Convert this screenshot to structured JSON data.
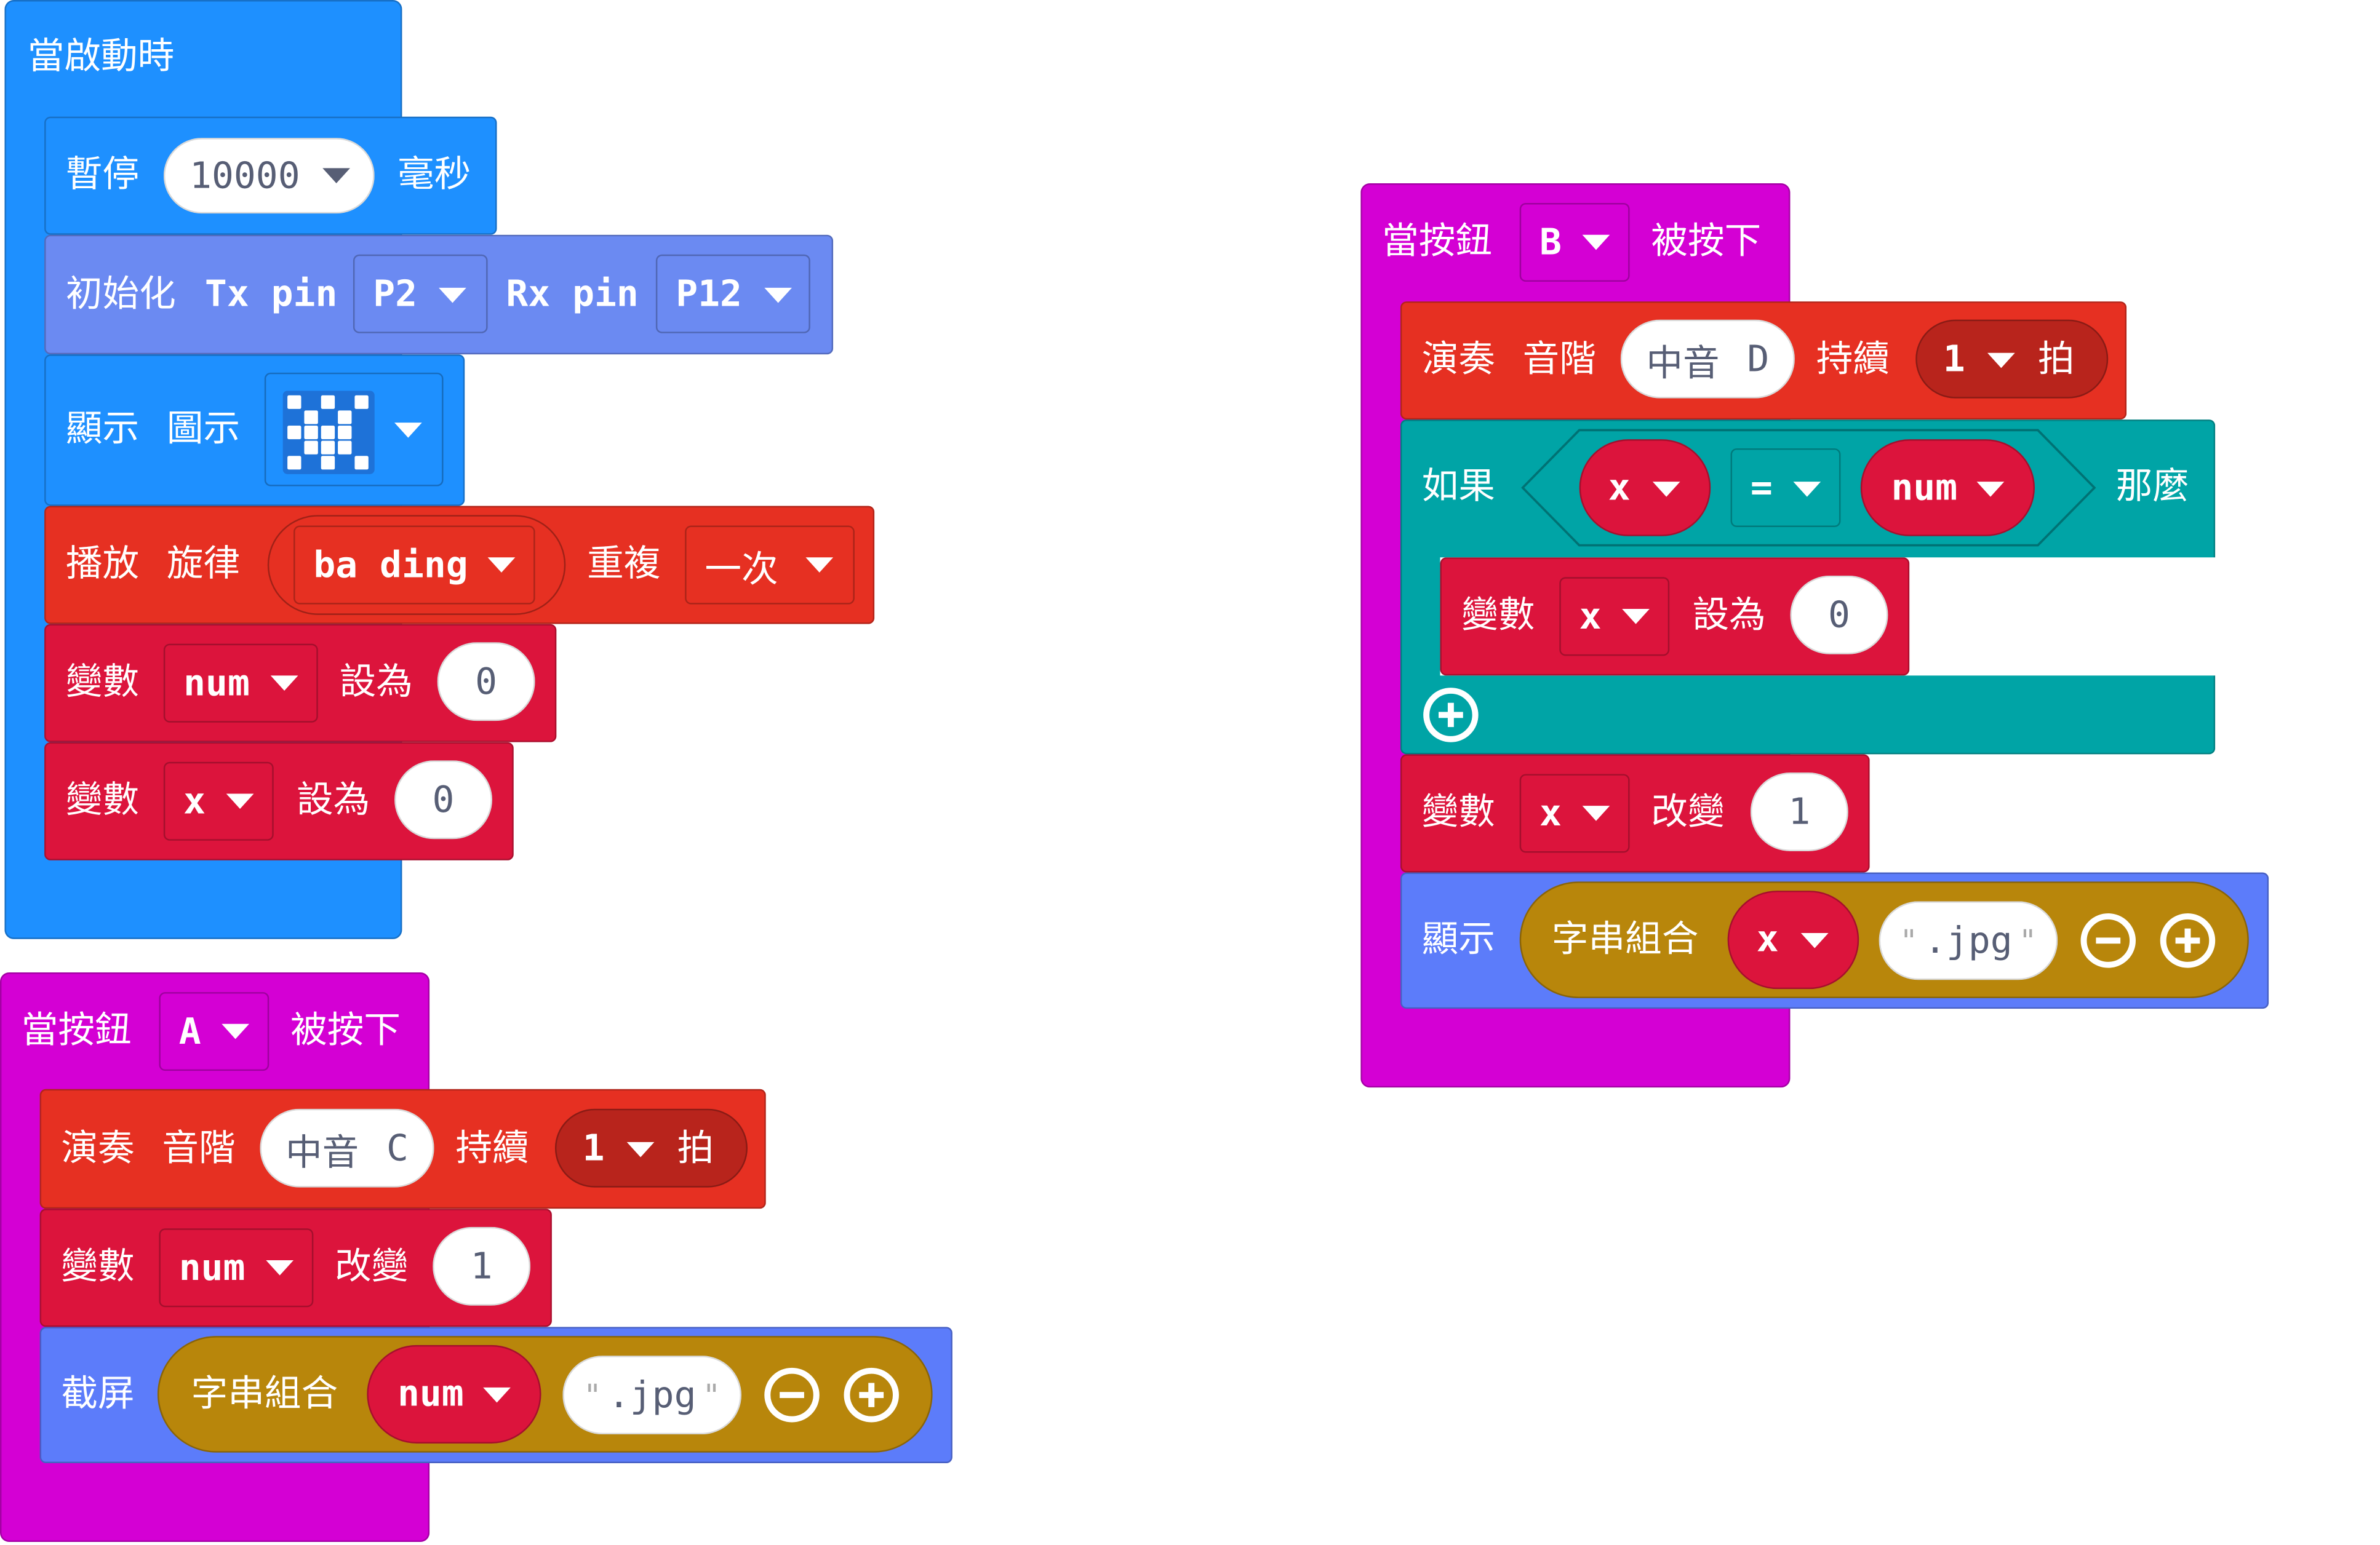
{
  "colors": {
    "basic": "#1E90FF",
    "serial": "#6B8AF2",
    "music": "#E63022",
    "variables": "#DC143C",
    "input": "#D400D4",
    "logic": "#00A4A6",
    "text": "#B8860B",
    "image": "#5C7CFA"
  },
  "stack_start": {
    "hat": "當啟動時",
    "pause": {
      "label": "暫停",
      "value": "10000",
      "unit": "毫秒"
    },
    "serial_init": {
      "label": "初始化",
      "tx_label": "Tx pin",
      "tx_value": "P2",
      "rx_label": "Rx pin",
      "rx_value": "P12"
    },
    "show_icon": {
      "label1": "顯示",
      "label2": "圖示",
      "icon": "led-pattern-icon"
    },
    "play_melody": {
      "label1": "播放",
      "label2": "旋律",
      "melody": "ba ding",
      "repeat_label": "重複",
      "repeat_value": "一次"
    },
    "set_num": {
      "label": "變數",
      "var": "num",
      "set_label": "設為",
      "value": "0"
    },
    "set_x": {
      "label": "變數",
      "var": "x",
      "set_label": "設為",
      "value": "0"
    }
  },
  "stack_button_a": {
    "hat": {
      "label": "當按鈕",
      "button": "A",
      "suffix": "被按下"
    },
    "play_tone": {
      "label1": "演奏",
      "label2": "音階",
      "note": "中音",
      "note_letter": "C",
      "duration_label": "持續",
      "beats": "1",
      "beat_label": "拍"
    },
    "change_num": {
      "label": "變數",
      "var": "num",
      "change_label": "改變",
      "value": "1"
    },
    "screenshot": {
      "label": "截屏",
      "join_label": "字串組合",
      "var": "num",
      "quote_open": "\"",
      "string": ".jpg",
      "quote_close": "\""
    }
  },
  "stack_button_b": {
    "hat": {
      "label": "當按鈕",
      "button": "B",
      "suffix": "被按下"
    },
    "play_tone": {
      "label1": "演奏",
      "label2": "音階",
      "note": "中音",
      "note_letter": "D",
      "duration_label": "持續",
      "beats": "1",
      "beat_label": "拍"
    },
    "if": {
      "label": "如果",
      "left": "x",
      "op": "=",
      "right": "num",
      "then_label": "那麼"
    },
    "if_set_x": {
      "label": "變數",
      "var": "x",
      "set_label": "設為",
      "value": "0"
    },
    "change_x": {
      "label": "變數",
      "var": "x",
      "change_label": "改變",
      "value": "1"
    },
    "show": {
      "label": "顯示",
      "join_label": "字串組合",
      "var": "x",
      "quote_open": "\"",
      "string": ".jpg",
      "quote_close": "\""
    }
  }
}
